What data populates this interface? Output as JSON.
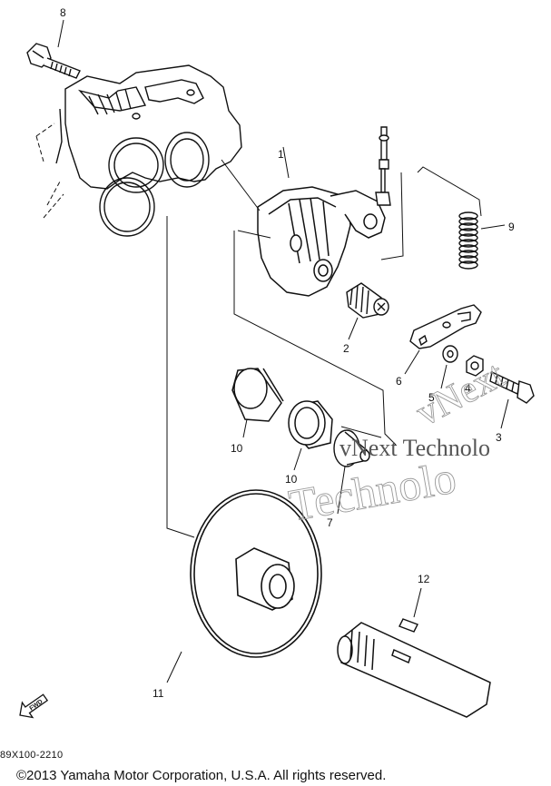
{
  "part_labels": {
    "p1": "1",
    "p2": "2",
    "p3": "3",
    "p4": "4",
    "p5": "5",
    "p6": "6",
    "p7": "7",
    "p8": "8",
    "p9": "9",
    "p10a": "10",
    "p10b": "10",
    "p11": "11",
    "p12": "12"
  },
  "fwd_label": "FWD",
  "watermark": {
    "line1": "vNext Technolo",
    "line2": "vNext",
    "line3": "Technolo"
  },
  "diagram_code": "89X100-2210",
  "copyright": "©2013 Yamaha Motor Corporation, U.S.A. All rights reserved."
}
